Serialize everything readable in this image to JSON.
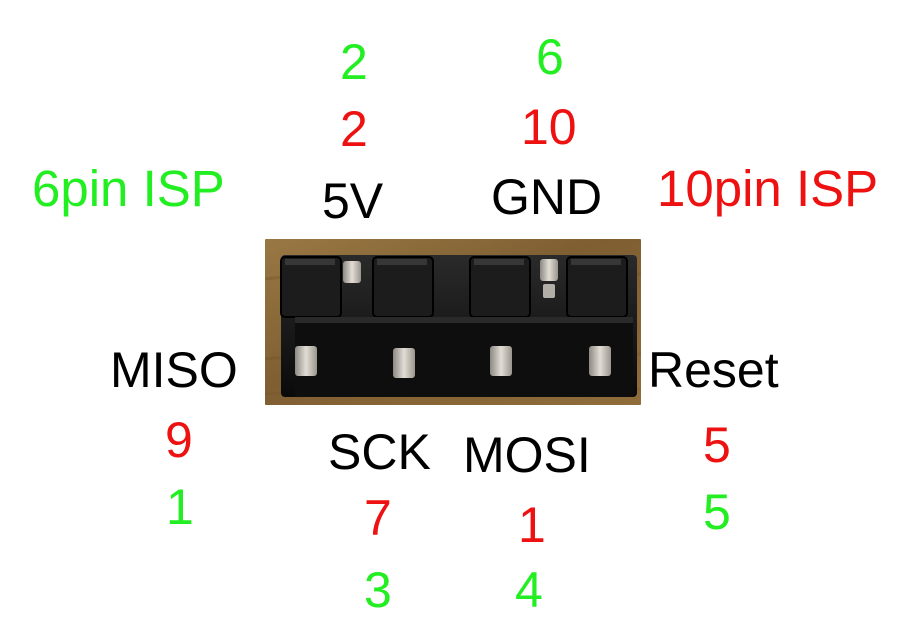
{
  "header": {
    "six_pin_label": "6pin ISP",
    "ten_pin_label": "10pin ISP"
  },
  "pins": {
    "vcc": {
      "name": "5V",
      "pin6": "2",
      "pin10": "2"
    },
    "gnd": {
      "name": "GND",
      "pin6": "6",
      "pin10": "10"
    },
    "miso": {
      "name": "MISO",
      "pin6": "1",
      "pin10": "9"
    },
    "sck": {
      "name": "SCK",
      "pin6": "3",
      "pin10": "7"
    },
    "mosi": {
      "name": "MOSI",
      "pin6": "4",
      "pin10": "1"
    },
    "reset": {
      "name": "Reset",
      "pin6": "5",
      "pin10": "5"
    }
  },
  "colors": {
    "six_pin": "#22ee22",
    "ten_pin": "#ee1111",
    "signal": "#000000",
    "wood": "#8a6a3c",
    "connector": "#111111",
    "contact": "#c8c4bc"
  }
}
